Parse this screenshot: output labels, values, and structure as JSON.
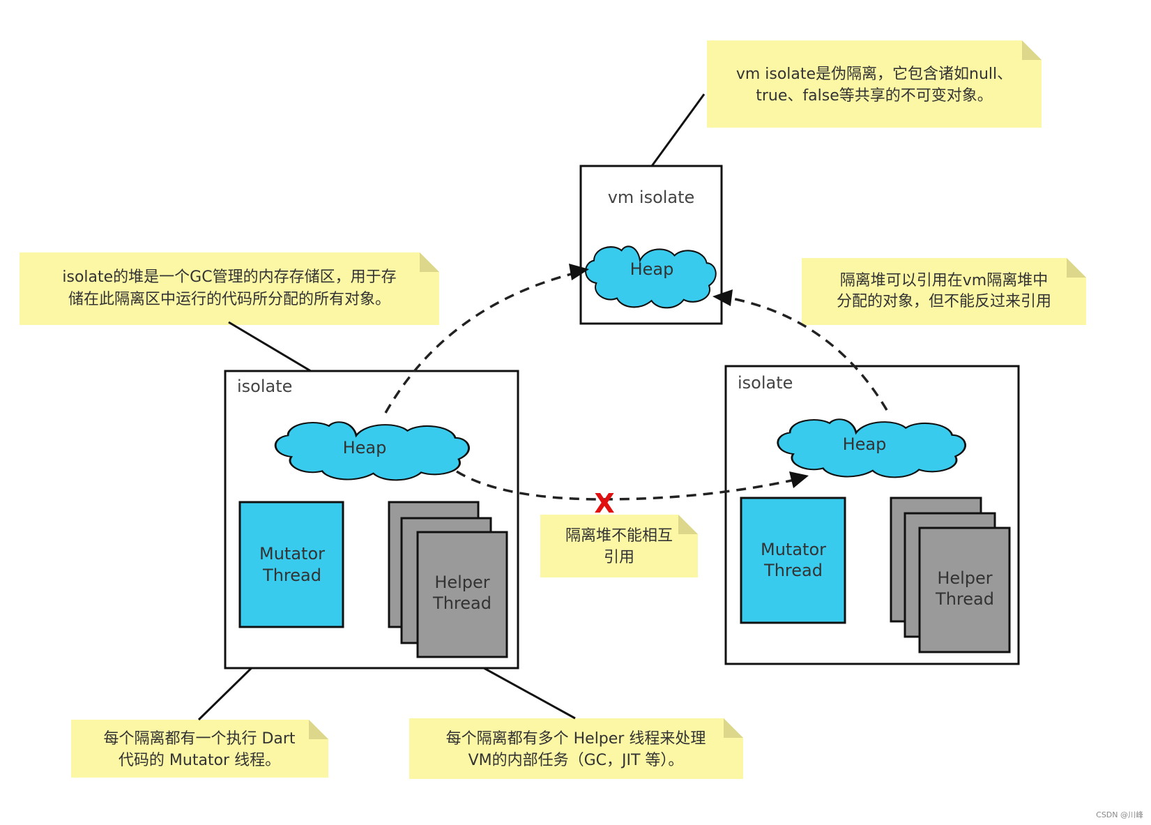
{
  "notes": {
    "vm_isolate_note": [
      "vm isolate是伪隔离，它包含诸如null、",
      "true、false等共享的不可变对象。"
    ],
    "heap_note": [
      "isolate的堆是一个GC管理的内存存储区，用于存",
      "储在此隔离区中运行的代码所分配的所有对象。"
    ],
    "ref_note": [
      "隔离堆可以引用在vm隔离堆中",
      "分配的对象，但不能反过来引用"
    ],
    "cannot_ref_note": [
      "隔离堆不能相互",
      "引用"
    ],
    "mutator_note": [
      "每个隔离都有一个执行 Dart",
      "代码的 Mutator 线程。"
    ],
    "helper_note": [
      "每个隔离都有多个 Helper 线程来处理",
      "VM的内部任务（GC，JIT 等）。"
    ]
  },
  "vm_isolate": {
    "label": "vm isolate",
    "heap": "Heap"
  },
  "isolate_left": {
    "label": "isolate",
    "heap": "Heap",
    "mutator": [
      "Mutator",
      "Thread"
    ],
    "helper": [
      "Helper",
      "Thread"
    ]
  },
  "isolate_right": {
    "label": "isolate",
    "heap": "Heap",
    "mutator": [
      "Mutator",
      "Thread"
    ],
    "helper": [
      "Helper",
      "Thread"
    ]
  },
  "x_mark": "X",
  "watermark": "CSDN @川峰",
  "colors": {
    "note": "#fbf7a5",
    "cloud": "#39cbee",
    "helper": "#9a9a9a",
    "x_mark": "#e01010"
  }
}
